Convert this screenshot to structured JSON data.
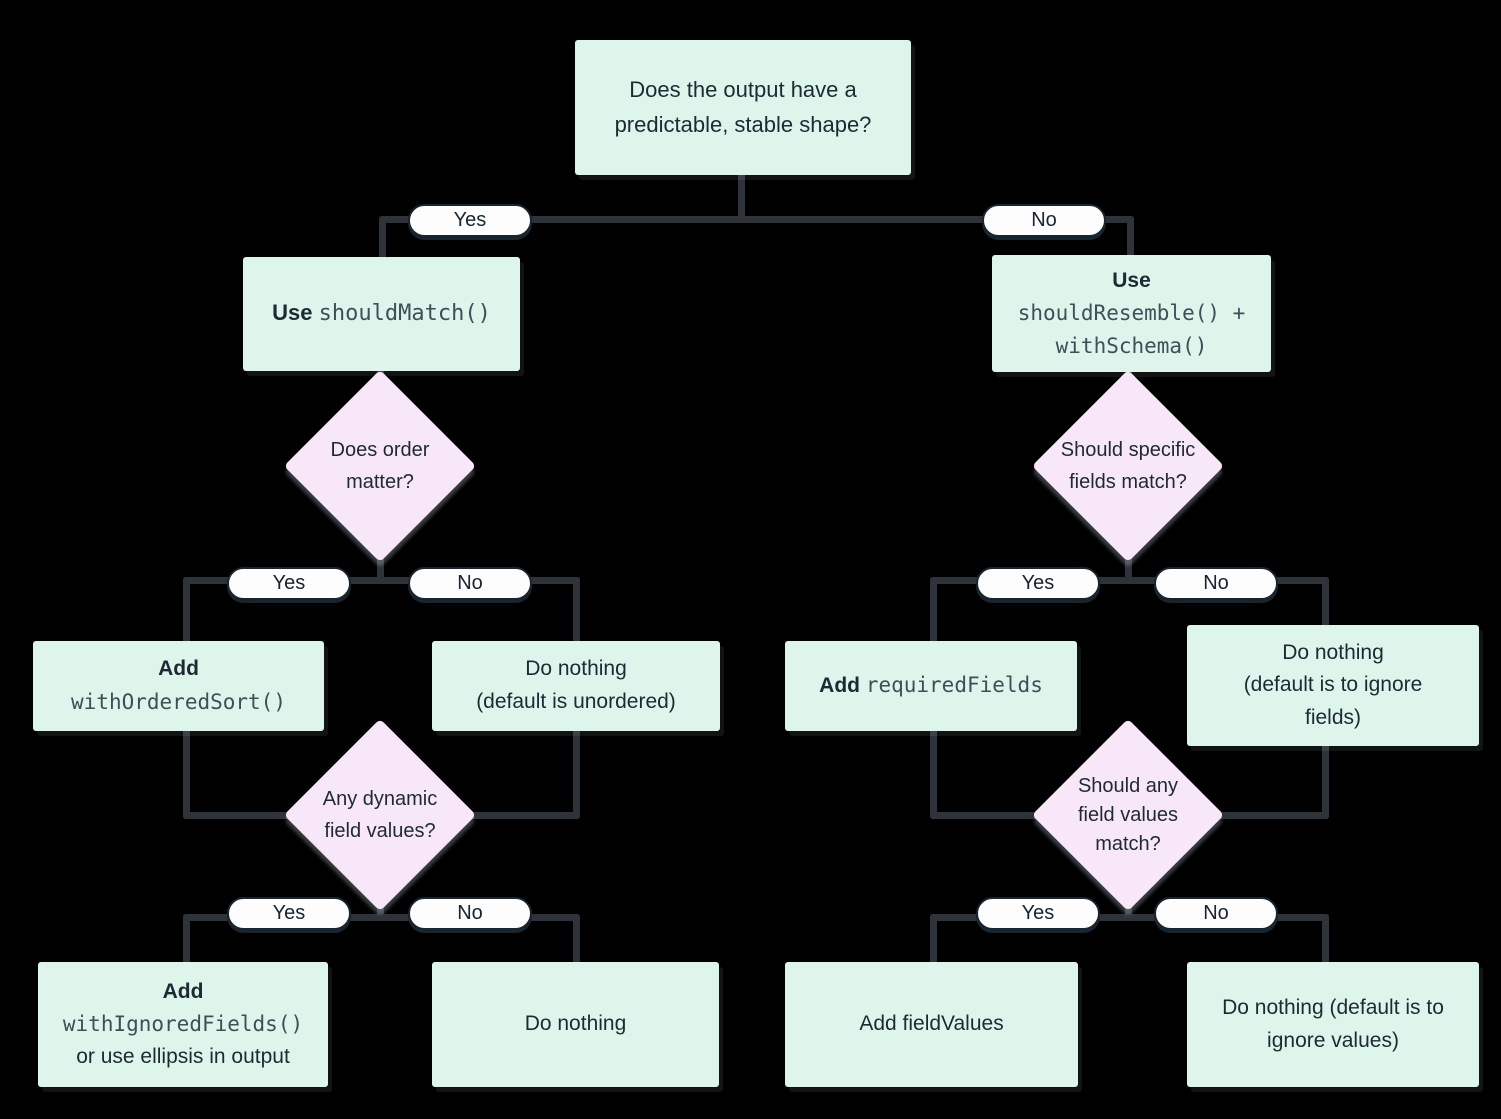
{
  "diagram": {
    "background": "#000000",
    "colors": {
      "node_fill": "#def5ec",
      "decision_fill": "#f8e7f8",
      "connector": "#2e333a",
      "text": "#1d2a33",
      "code_text": "#3e4f58",
      "pill_fill": "#fdfdfe",
      "pill_border": "#18242e"
    },
    "labels": {
      "yes": "Yes",
      "no": "No"
    },
    "nodes": {
      "root": {
        "line1": "Does the output have a",
        "line2": "predictable, stable shape?"
      },
      "use_should_match": {
        "text": "Use",
        "code": "shouldMatch()"
      },
      "use_should_resemble": {
        "text": "Use",
        "code1": "shouldResemble() +",
        "code2": "withSchema()"
      },
      "decision_order": {
        "line1": "Does order",
        "line2": "matter?"
      },
      "decision_specific_fields": {
        "line1": "Should specific",
        "line2": "fields match?"
      },
      "add_ordered_sort": {
        "text": "Add",
        "code": "withOrderedSort()"
      },
      "do_nothing_unordered": {
        "line1": "Do nothing",
        "line2": "(default is unordered)"
      },
      "add_required_fields": {
        "text": "Add",
        "code": "requiredFields"
      },
      "do_nothing_ignore_fields": {
        "line1": "Do nothing",
        "line2": "(default is to ignore",
        "line3": "fields)"
      },
      "decision_dynamic_values": {
        "line1": "Any dynamic",
        "line2": "field values?"
      },
      "decision_any_field_values": {
        "line1": "Should any",
        "line2": "field values",
        "line3": "match?"
      },
      "add_ignored_fields": {
        "text": "Add",
        "code": "withIgnoredFields()",
        "suffix": "or use ellipsis in output"
      },
      "do_nothing": {
        "line1": "Do nothing"
      },
      "add_field_values": {
        "text": "Add fieldValues"
      },
      "do_nothing_ignore_values": {
        "line1": "Do nothing (default is to",
        "line2": "ignore values)"
      }
    }
  }
}
